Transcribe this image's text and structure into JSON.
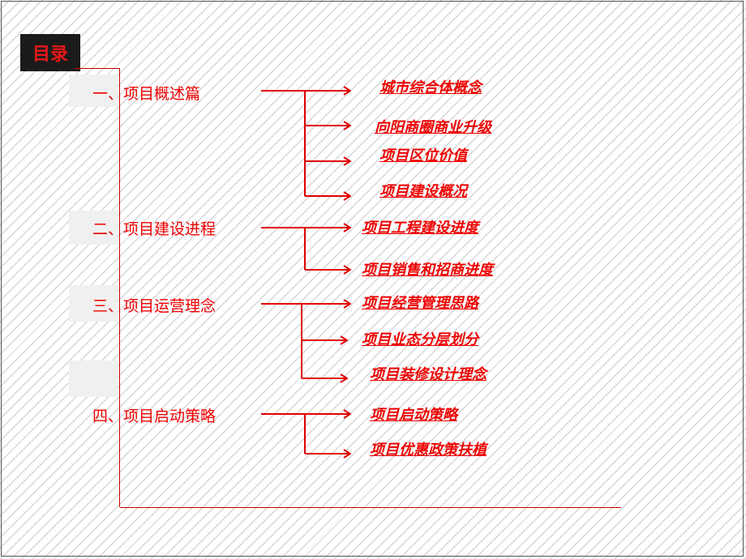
{
  "title": "目录",
  "sections": [
    {
      "label": "一、项目概述篇",
      "items": [
        "城市综合体概念",
        "向阳商圈商业升级",
        "项目区位价值",
        "项目建设概况"
      ]
    },
    {
      "label": "二、项目建设进程",
      "items": [
        "项目工程建设进度",
        "项目销售和招商进度"
      ]
    },
    {
      "label": "三、项目运营理念",
      "items": [
        "项目经营管理思路",
        "项目业态分层划分",
        "项目装修设计理念"
      ]
    },
    {
      "label": "四、项目启动策略",
      "items": [
        "项目启动策略",
        "项目优惠政策扶植"
      ]
    }
  ],
  "colors": {
    "accent": "#ee0000",
    "title_bg": "#1b1b1b"
  }
}
